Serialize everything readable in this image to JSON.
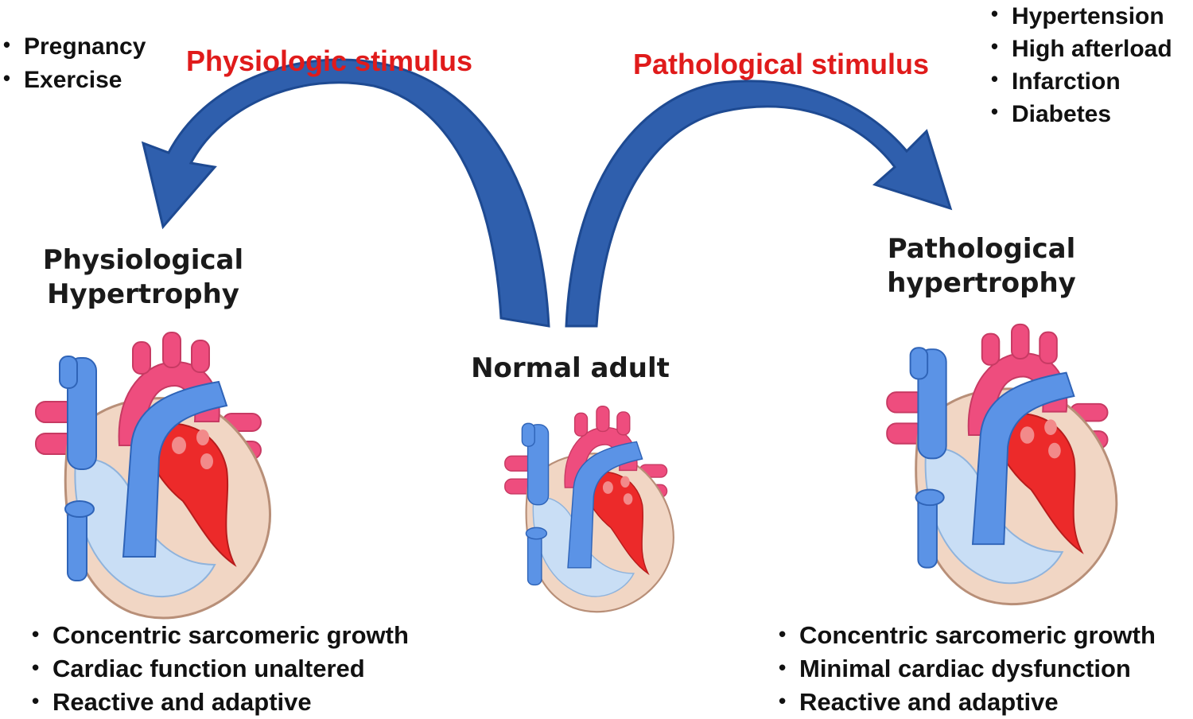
{
  "stimuli": {
    "physiologic": {
      "title": "Physiologic stimulus",
      "items": [
        "Pregnancy",
        "Exercise"
      ]
    },
    "pathological": {
      "title": "Pathological stimulus",
      "items": [
        "Hypertension",
        "High afterload",
        "Infarction",
        "Diabetes"
      ]
    }
  },
  "hearts": {
    "physiological": {
      "label_line1": "Physiological",
      "label_line2": "Hypertrophy",
      "features": [
        "Concentric sarcomeric growth",
        "Cardiac function unaltered",
        "Reactive and adaptive"
      ]
    },
    "normal": {
      "label": "Normal adult"
    },
    "pathological": {
      "label_line1": "Pathological",
      "label_line2": "hypertrophy",
      "features": [
        "Concentric sarcomeric growth",
        "Minimal cardiac dysfunction",
        "Reactive and adaptive"
      ]
    }
  },
  "colors": {
    "arrow": "#2f5fad",
    "arrow_edge": "#1e4a92",
    "stimulus_text": "#e01b1b",
    "artery": "#ee4d7e",
    "vein": "#5b93e6",
    "ventricle": "#ec2a2a",
    "myocardium": "#f1d6c4",
    "chamber": "#c9def5"
  }
}
